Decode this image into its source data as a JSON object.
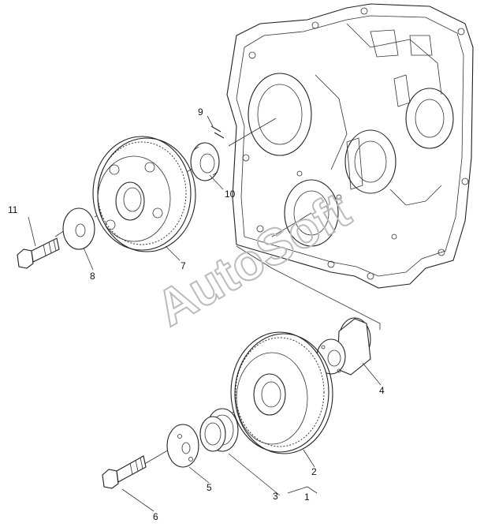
{
  "watermark": "AutoSoft",
  "callouts": [
    {
      "id": "c1",
      "label": "1"
    },
    {
      "id": "c2",
      "label": "2"
    },
    {
      "id": "c3",
      "label": "3"
    },
    {
      "id": "c4",
      "label": "4"
    },
    {
      "id": "c5",
      "label": "5"
    },
    {
      "id": "c6",
      "label": "6"
    },
    {
      "id": "c7",
      "label": "7"
    },
    {
      "id": "c8",
      "label": "8"
    },
    {
      "id": "c9",
      "label": "9"
    },
    {
      "id": "c10",
      "label": "10"
    },
    {
      "id": "c11",
      "label": "11"
    }
  ]
}
